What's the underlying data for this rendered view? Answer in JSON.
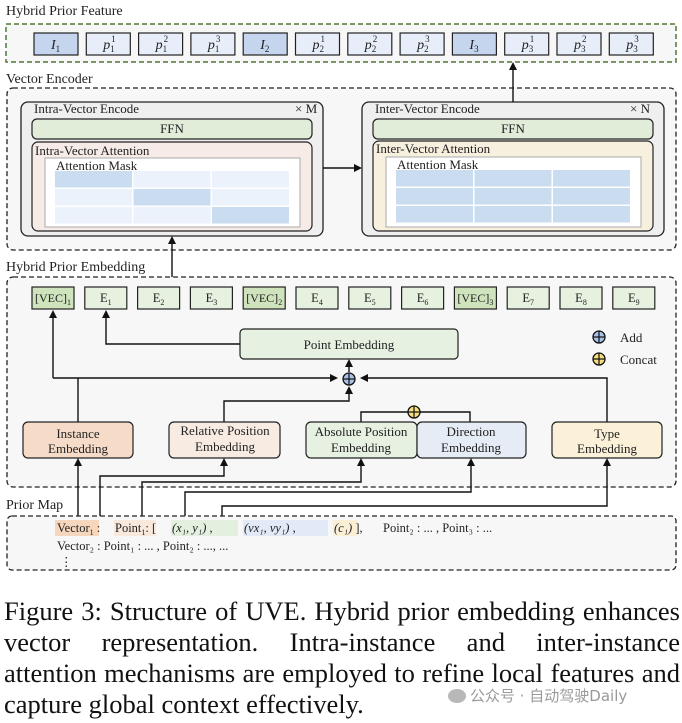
{
  "hybrid_prior_feature": {
    "title": "Hybrid Prior Feature",
    "tokens": [
      {
        "base": "I",
        "sub": "1",
        "sup": "",
        "kind": "instance"
      },
      {
        "base": "p",
        "sub": "1",
        "sup": "1",
        "kind": "point"
      },
      {
        "base": "p",
        "sub": "1",
        "sup": "2",
        "kind": "point"
      },
      {
        "base": "p",
        "sub": "1",
        "sup": "3",
        "kind": "point"
      },
      {
        "base": "I",
        "sub": "2",
        "sup": "",
        "kind": "instance"
      },
      {
        "base": "p",
        "sub": "2",
        "sup": "1",
        "kind": "point"
      },
      {
        "base": "p",
        "sub": "2",
        "sup": "2",
        "kind": "point"
      },
      {
        "base": "p",
        "sub": "2",
        "sup": "3",
        "kind": "point"
      },
      {
        "base": "I",
        "sub": "3",
        "sup": "",
        "kind": "instance"
      },
      {
        "base": "p",
        "sub": "3",
        "sup": "1",
        "kind": "point"
      },
      {
        "base": "p",
        "sub": "3",
        "sup": "2",
        "kind": "point"
      },
      {
        "base": "p",
        "sub": "3",
        "sup": "3",
        "kind": "point"
      }
    ]
  },
  "vector_encoder": {
    "title": "Vector Encoder",
    "intra": {
      "title": "Intra-Vector Encode",
      "repeat": "× M",
      "ffn": "FFN",
      "attention": "Intra-Vector Attention",
      "mask_label": "Attention Mask",
      "mask": [
        [
          1,
          0,
          0
        ],
        [
          0,
          1,
          0
        ],
        [
          0,
          0,
          1
        ]
      ]
    },
    "inter": {
      "title": "Inter-Vector Encode",
      "repeat": "× N",
      "ffn": "FFN",
      "attention": "Inter-Vector Attention",
      "mask_label": "Attention Mask",
      "mask": [
        [
          1,
          1,
          1
        ],
        [
          1,
          1,
          1
        ],
        [
          1,
          1,
          1
        ]
      ]
    }
  },
  "hybrid_prior_embedding": {
    "title": "Hybrid Prior Embedding",
    "tokens": [
      {
        "base": "[VEC]",
        "sub": "1",
        "kind": "vec"
      },
      {
        "base": "E",
        "sub": "1",
        "kind": "e"
      },
      {
        "base": "E",
        "sub": "2",
        "kind": "e"
      },
      {
        "base": "E",
        "sub": "3",
        "kind": "e"
      },
      {
        "base": "[VEC]",
        "sub": "2",
        "kind": "vec"
      },
      {
        "base": "E",
        "sub": "4",
        "kind": "e"
      },
      {
        "base": "E",
        "sub": "5",
        "kind": "e"
      },
      {
        "base": "E",
        "sub": "6",
        "kind": "e"
      },
      {
        "base": "[VEC]",
        "sub": "3",
        "kind": "vec"
      },
      {
        "base": "E",
        "sub": "7",
        "kind": "e"
      },
      {
        "base": "E",
        "sub": "8",
        "kind": "e"
      },
      {
        "base": "E",
        "sub": "9",
        "kind": "e"
      }
    ],
    "point_embedding": "Point Embedding",
    "legend": {
      "add": "Add",
      "concat": "Concat"
    },
    "modules": {
      "instance": [
        "Instance",
        "Embedding"
      ],
      "relative": [
        "Relative Position",
        "Embedding"
      ],
      "absolute": [
        "Absolute Position",
        "Embedding"
      ],
      "direction": [
        "Direction",
        "Embedding"
      ],
      "type": [
        "Type",
        "Embedding"
      ]
    }
  },
  "prior_map": {
    "title": "Prior Map",
    "line1": {
      "vector": "Vector",
      "vector_sub": "1",
      "sep": " : ",
      "point": "Point",
      "point_sub": "1",
      "open": ": [ ",
      "xy": "(x₁, y₁)",
      "comma1": " , ",
      "vxy": "(vx₁, vy₁)",
      "comma2": " , ",
      "c": "(c₁)",
      "close": " ],",
      "rest": "Point₂ : ... ,    Point₃ : ..."
    },
    "line2": "Vector₂ : Point₁ : ... ,    Point₂ : ...,     ...",
    "line3": "⋮"
  },
  "caption": "Figure 3: Structure of UVE. Hybrid prior embedding enhances vector representation. Intra-instance and inter-instance attention mechanisms are employed to refine local features and capture global context effectively.",
  "watermark": "公众号 · 自动驾驶Daily",
  "colors": {
    "instance_token": "#c5d5ee",
    "point_token": "#e8eef9",
    "vec_token": "#cfe3bd",
    "e_token": "#e7f1e0",
    "ffn": "#e1ecd9",
    "intra_attention": "#f6ebe6",
    "inter_attention": "#f7f0df",
    "mask_on": "#c9dcf0",
    "mask_off": "#ebf2fb",
    "instance_emb": "#f6dcc8",
    "relative_emb": "#f8ebe2",
    "absolute_emb": "#e6f1e2",
    "direction_emb": "#e5ecf6",
    "type_emb": "#fbf1d9",
    "add_op": "#a9c2e8",
    "concat_op": "#f5df7e",
    "dashed_green": "#4e7a35"
  }
}
